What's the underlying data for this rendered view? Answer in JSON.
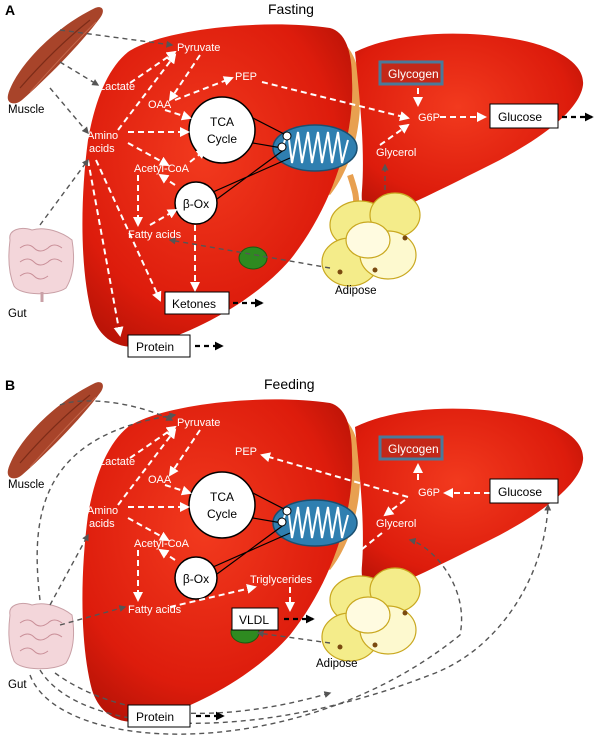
{
  "colors": {
    "liver_red": "#e0200f",
    "liver_dark": "#b81408",
    "gallbladder_orange": "#e8a050",
    "mitochondria_blue": "#2f7fb0",
    "glycogen_box": "#c42818",
    "adipose_yellow": "#f4ec8a",
    "gut_pink": "#f3d6da",
    "muscle_brown": "#a8442a",
    "kupffer_green": "#2e8a20"
  },
  "icons": [
    "muscle-icon",
    "gut-icon",
    "adipose-icon",
    "mitochondria-icon",
    "liver-illustration"
  ],
  "panels": [
    {
      "letter": "A",
      "title": "Fasting",
      "tissues": {
        "muscle": "Muscle",
        "gut": "Gut",
        "adipose": "Adipose"
      },
      "metabolites": {
        "pyruvate": "Pyruvate",
        "lactate": "Lactate",
        "pep": "PEP",
        "oaa": "OAA",
        "amino": "Amino",
        "acids": "acids",
        "acetyl_coa": "Acetyl-CoA",
        "fatty_acids": "Fatty acids",
        "g6p": "G6P",
        "glycerol": "Glycerol"
      },
      "cycles": {
        "tca_line1": "TCA",
        "tca_line2": "Cycle",
        "beta_ox": "β-Ox"
      },
      "glycogen": "Glycogen",
      "outputs": {
        "glucose": "Glucose",
        "ketones": "Ketones",
        "protein": "Protein"
      }
    },
    {
      "letter": "B",
      "title": "Feeding",
      "tissues": {
        "muscle": "Muscle",
        "gut": "Gut",
        "adipose": "Adipose"
      },
      "metabolites": {
        "pyruvate": "Pyruvate",
        "lactate": "Lactate",
        "pep": "PEP",
        "oaa": "OAA",
        "amino": "Amino",
        "acids": "acids",
        "acetyl_coa": "Acetyl-CoA",
        "fatty_acids": "Fatty acids",
        "g6p": "G6P",
        "glycerol": "Glycerol",
        "triglycerides": "Triglycerides"
      },
      "cycles": {
        "tca_line1": "TCA",
        "tca_line2": "Cycle",
        "beta_ox": "β-Ox"
      },
      "glycogen": "Glycogen",
      "outputs": {
        "glucose": "Glucose",
        "vldl": "VLDL",
        "protein": "Protein"
      }
    }
  ]
}
